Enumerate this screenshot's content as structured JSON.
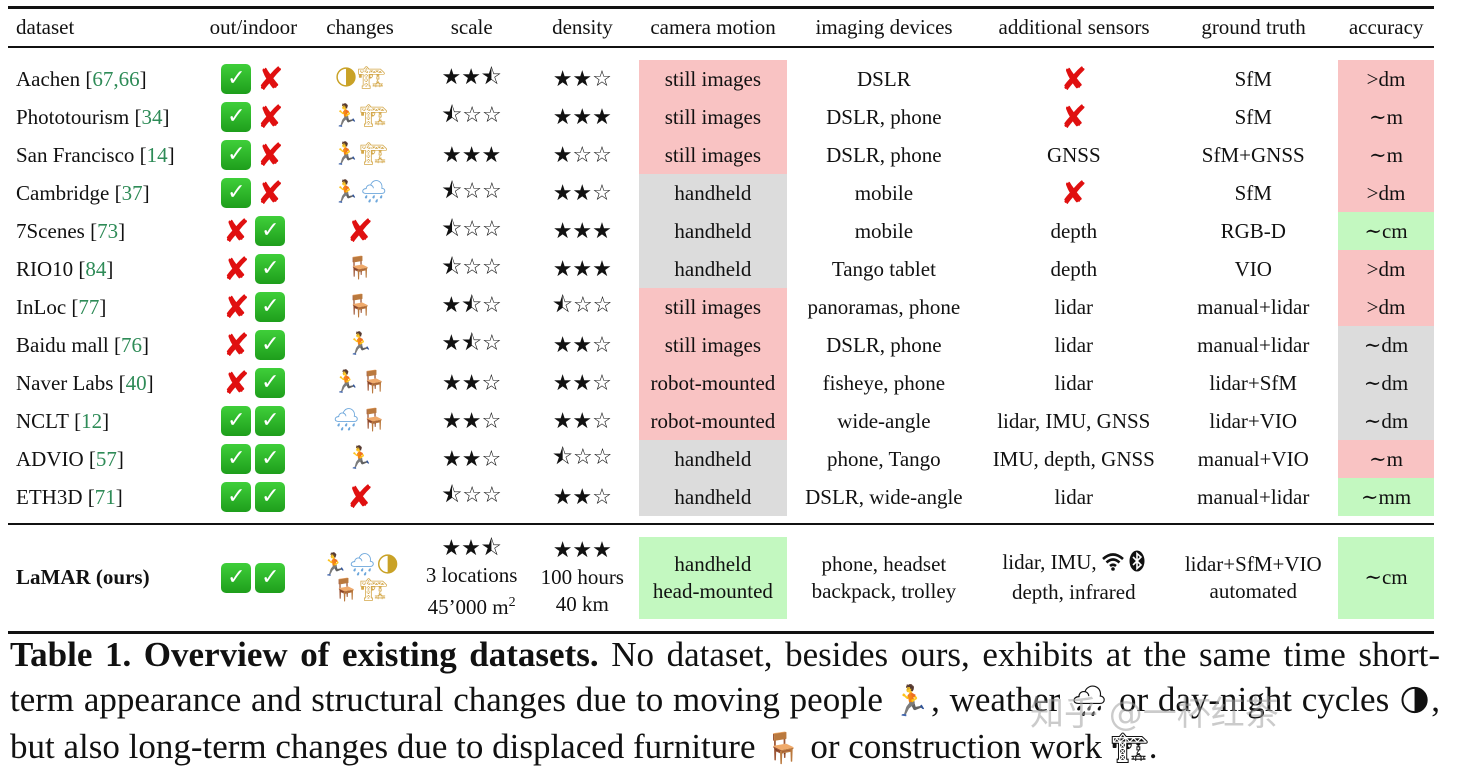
{
  "table": {
    "headers": [
      "dataset",
      "out/indoor",
      "changes",
      "scale",
      "density",
      "camera motion",
      "imaging devices",
      "additional sensors",
      "ground truth",
      "accuracy"
    ],
    "rows": [
      {
        "name": "Aachen",
        "ref": "67,66",
        "outdoor": "check",
        "indoor": "cross",
        "changes": [
          "moon-icon",
          "crane-icon"
        ],
        "scale": "★★⯪",
        "density": "★★☆",
        "camera_motion": "still images",
        "camera_motion_color": "red",
        "imaging_devices": "DSLR",
        "additional_sensors": "✘",
        "ground_truth": "SfM",
        "accuracy": ">dm",
        "accuracy_color": "red"
      },
      {
        "name": "Phototourism",
        "ref": "34",
        "outdoor": "check",
        "indoor": "cross",
        "changes": [
          "runner-icon",
          "crane-icon"
        ],
        "scale": "⯪☆☆",
        "density": "★★★",
        "camera_motion": "still images",
        "camera_motion_color": "red",
        "imaging_devices": "DSLR, phone",
        "additional_sensors": "✘",
        "ground_truth": "SfM",
        "accuracy": "∼m",
        "accuracy_color": "red"
      },
      {
        "name": "San Francisco",
        "ref": "14",
        "outdoor": "check",
        "indoor": "cross",
        "changes": [
          "runner-icon",
          "crane-icon"
        ],
        "scale": "★★★",
        "density": "★☆☆",
        "camera_motion": "still images",
        "camera_motion_color": "red",
        "imaging_devices": "DSLR, phone",
        "additional_sensors": "GNSS",
        "ground_truth": "SfM+GNSS",
        "accuracy": "∼m",
        "accuracy_color": "red"
      },
      {
        "name": "Cambridge",
        "ref": "37",
        "outdoor": "check",
        "indoor": "cross",
        "changes": [
          "runner-icon",
          "rain-cloud-icon"
        ],
        "scale": "⯪☆☆",
        "density": "★★☆",
        "camera_motion": "handheld",
        "camera_motion_color": "grey",
        "imaging_devices": "mobile",
        "additional_sensors": "✘",
        "ground_truth": "SfM",
        "accuracy": ">dm",
        "accuracy_color": "red"
      },
      {
        "name": "7Scenes",
        "ref": "73",
        "outdoor": "cross",
        "indoor": "check",
        "changes": [
          "cross-icon"
        ],
        "scale": "⯪☆☆",
        "density": "★★★",
        "camera_motion": "handheld",
        "camera_motion_color": "grey",
        "imaging_devices": "mobile",
        "additional_sensors": "depth",
        "ground_truth": "RGB-D",
        "accuracy": "∼cm",
        "accuracy_color": "green"
      },
      {
        "name": "RIO10",
        "ref": "84",
        "outdoor": "cross",
        "indoor": "check",
        "changes": [
          "chair-icon"
        ],
        "scale": "⯪☆☆",
        "density": "★★★",
        "camera_motion": "handheld",
        "camera_motion_color": "grey",
        "imaging_devices": "Tango tablet",
        "additional_sensors": "depth",
        "ground_truth": "VIO",
        "accuracy": ">dm",
        "accuracy_color": "red"
      },
      {
        "name": "InLoc",
        "ref": "77",
        "outdoor": "cross",
        "indoor": "check",
        "changes": [
          "chair-icon"
        ],
        "scale": "★⯪☆",
        "density": "⯪☆☆",
        "camera_motion": "still images",
        "camera_motion_color": "red",
        "imaging_devices": "panoramas, phone",
        "additional_sensors": "lidar",
        "ground_truth": "manual+lidar",
        "accuracy": ">dm",
        "accuracy_color": "red"
      },
      {
        "name": "Baidu mall",
        "ref": "76",
        "outdoor": "cross",
        "indoor": "check",
        "changes": [
          "runner-icon"
        ],
        "scale": "★⯪☆",
        "density": "★★☆",
        "camera_motion": "still images",
        "camera_motion_color": "red",
        "imaging_devices": "DSLR, phone",
        "additional_sensors": "lidar",
        "ground_truth": "manual+lidar",
        "accuracy": "∼dm",
        "accuracy_color": "grey"
      },
      {
        "name": "Naver Labs",
        "ref": "40",
        "outdoor": "cross",
        "indoor": "check",
        "changes": [
          "runner-icon",
          "chair-icon"
        ],
        "scale": "★★☆",
        "density": "★★☆",
        "camera_motion": "robot-mounted",
        "camera_motion_color": "red",
        "imaging_devices": "fisheye, phone",
        "additional_sensors": "lidar",
        "ground_truth": "lidar+SfM",
        "accuracy": "∼dm",
        "accuracy_color": "grey"
      },
      {
        "name": "NCLT",
        "ref": "12",
        "outdoor": "check",
        "indoor": "check",
        "changes": [
          "rain-cloud-icon",
          "chair-icon"
        ],
        "scale": "★★☆",
        "density": "★★☆",
        "camera_motion": "robot-mounted",
        "camera_motion_color": "red",
        "imaging_devices": "wide-angle",
        "additional_sensors": "lidar, IMU, GNSS",
        "ground_truth": "lidar+VIO",
        "accuracy": "∼dm",
        "accuracy_color": "grey"
      },
      {
        "name": "ADVIO",
        "ref": "57",
        "outdoor": "check",
        "indoor": "check",
        "changes": [
          "runner-icon"
        ],
        "scale": "★★☆",
        "density": "⯪☆☆",
        "camera_motion": "handheld",
        "camera_motion_color": "grey",
        "imaging_devices": "phone, Tango",
        "additional_sensors": "IMU, depth, GNSS",
        "ground_truth": "manual+VIO",
        "accuracy": "∼m",
        "accuracy_color": "red"
      },
      {
        "name": "ETH3D",
        "ref": "71",
        "outdoor": "check",
        "indoor": "check",
        "changes": [
          "cross-icon"
        ],
        "scale": "⯪☆☆",
        "density": "★★☆",
        "camera_motion": "handheld",
        "camera_motion_color": "grey",
        "imaging_devices": "DSLR, wide-angle",
        "additional_sensors": "lidar",
        "ground_truth": "manual+lidar",
        "accuracy": "∼mm",
        "accuracy_color": "green"
      }
    ],
    "ours": {
      "name": "LaMAR (ours)",
      "outdoor": "check",
      "indoor": "check",
      "changes": [
        "runner-icon",
        "rain-cloud-icon",
        "moon-icon",
        "chair-icon",
        "crane-icon"
      ],
      "scale_stars": "★★⯪",
      "scale_line1": "3 locations",
      "scale_line2": "45’000 m",
      "scale_sup": "2",
      "density_stars": "★★★",
      "density_line1": "100 hours",
      "density_line2": "40 km",
      "camera_motion_line1": "handheld",
      "camera_motion_line2": "head-mounted",
      "imaging_devices_line1": "phone, headset",
      "imaging_devices_line2": "backpack, trolley",
      "additional_sensors_line1": "lidar, IMU,",
      "additional_sensors_icons": [
        "wifi-icon",
        "bluetooth-icon"
      ],
      "additional_sensors_line2": "depth, infrared",
      "ground_truth_line1": "lidar+SfM+VIO",
      "ground_truth_line2": "automated",
      "accuracy": "∼cm"
    }
  },
  "colors": {
    "red": "#f9c3c3",
    "grey": "#dcdcdc",
    "green": "#c3f8c0",
    "ref": "#2e8b57",
    "check": "#22b01f",
    "cross": "#e01010"
  },
  "caption": {
    "label": "Table 1. Overview of existing datasets.",
    "part1": " No dataset, besides ours, exhibits at the same time short-term appearance and structural changes due to moving people ",
    "part2": ", weather ",
    "part3": " or day-night cycles ",
    "part4": ", but also long-term changes due to displaced furniture ",
    "part5": " or construction work ",
    "part6": "."
  },
  "watermark": "知乎 @一杯红茶"
}
